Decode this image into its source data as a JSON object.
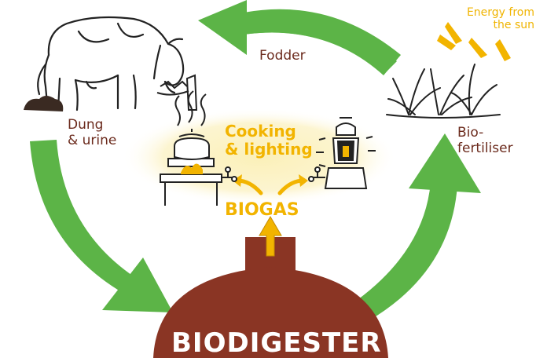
{
  "labels": {
    "energy_line1": "Energy from",
    "energy_line2": "the sun",
    "fodder": "Fodder",
    "dung_line1": "Dung",
    "dung_line2": "& urine",
    "biofert_line1": "Bio-",
    "biofert_line2": "fertiliser",
    "cooking_line1": "Cooking",
    "cooking_line2": "& lighting",
    "biogas": "BIOGAS",
    "biodigester": "BIODIGESTER"
  },
  "colors": {
    "cycle_arrow": "#5cb447",
    "text_brown": "#6b2a1c",
    "accent_yellow": "#f2b400",
    "digester_dome": "#8a3524",
    "glow": "#fbf0b8"
  },
  "icons": [
    "cow-icon",
    "dung-icon",
    "plant-icon",
    "sun-ray-icon",
    "cooking-pot-icon",
    "lantern-icon",
    "gas-tap-icon"
  ]
}
